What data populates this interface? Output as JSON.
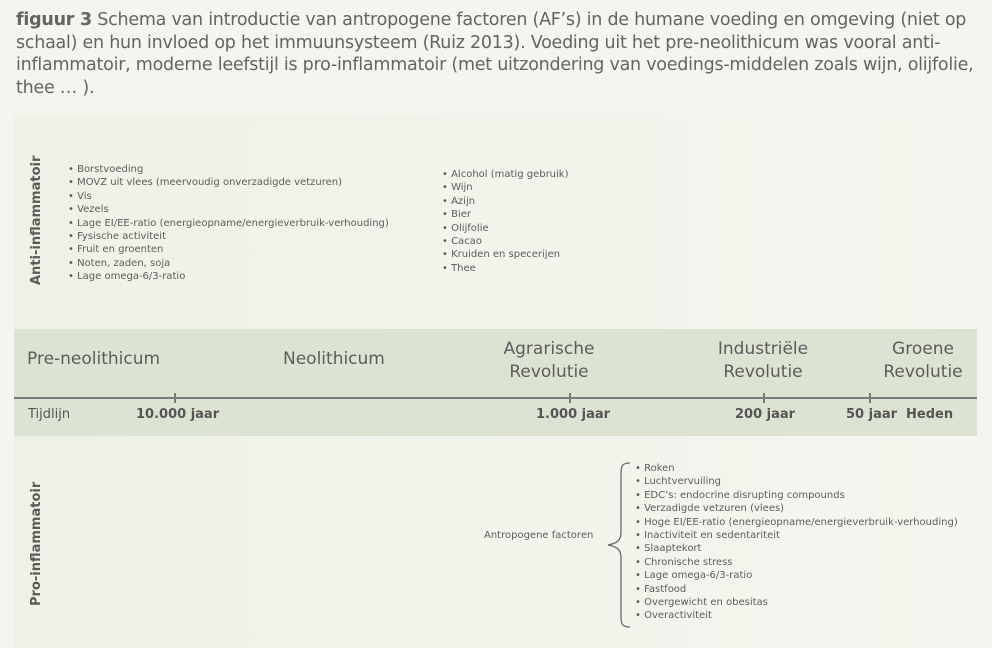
{
  "caption": {
    "lead": "figuur 3",
    "text": " Schema van introductie van antropogene factoren (AF’s) in de humane voeding en omgeving (niet op schaal) en hun invloed op het immuunsysteem (Ruiz 2013). Voeding uit het pre-neolithicum was vooral anti-inflammatoir, moderne leefstijl is pro-inflammatoir (met uitzondering van voedings-middelen zoals wijn, olijfolie, thee … )."
  },
  "anti": {
    "label": "Anti-inflammatoir",
    "list1": [
      "Borstvoeding",
      "MOVZ uit vlees (meervoudig onverzadigde vetzuren)",
      "Vis",
      "Vezels",
      "Lage EI/EE-ratio (energieopname/energieverbruik-verhouding)",
      "Fysische activiteit",
      "Fruit en groenten",
      "Noten, zaden, soja",
      "Lage omega-6/3-ratio"
    ],
    "list2": [
      "Alcohol (matig gebruik)",
      "Wijn",
      "Azijn",
      "Bier",
      "Olijfolie",
      "Cacao",
      "Kruiden en specerijen",
      "Thee"
    ]
  },
  "timeline": {
    "eras": [
      {
        "line1": "Pre-neolithicum",
        "line2": ""
      },
      {
        "line1": "Neolithicum",
        "line2": ""
      },
      {
        "line1": "Agrarische",
        "line2": "Revolutie"
      },
      {
        "line1": "Industriële",
        "line2": "Revolutie"
      },
      {
        "line1": "Groene",
        "line2": "Revolutie"
      }
    ],
    "axis_label": "Tijdlijn",
    "ticks": [
      "10.000 jaar",
      "1.000 jaar",
      "200 jaar",
      "50 jaar"
    ],
    "now_label": "Heden"
  },
  "pro": {
    "label": "Pro-inflammatoir",
    "factors_label": "Antropogene factoren",
    "list": [
      "Roken",
      "Luchtvervuiling",
      "EDC’s: endocrine disrupting compounds",
      "Verzadigde vetzuren (vlees)",
      "Hoge EI/EE-ratio (energieopname/energieverbruik-verhouding)",
      "Inactiviteit en sedentariteit",
      "Slaaptekort",
      "Chronische stress",
      "Lage omega-6/3-ratio",
      "Fastfood",
      "Overgewicht en obesitas",
      "Overactiviteit"
    ]
  }
}
